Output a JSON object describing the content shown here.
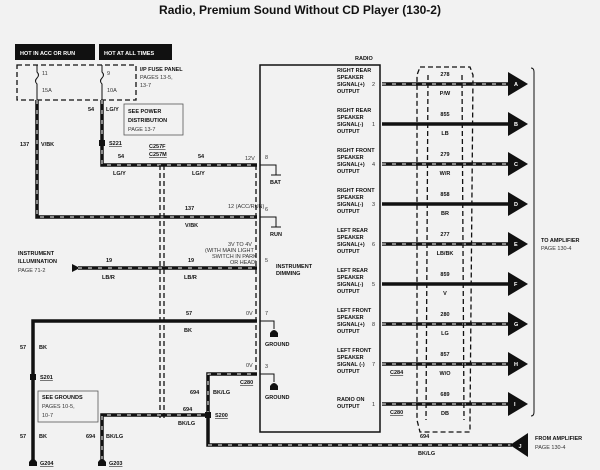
{
  "title": "Radio, Premium Sound Without CD Player (130-2)",
  "hot_labels": [
    "HOT IN ACC OR RUN",
    "HOT AT ALL TIMES"
  ],
  "fuse_panel": {
    "title": "I/P FUSE PANEL",
    "pages": "PAGES 13-5,",
    "pages2": "13-7",
    "fuses": [
      {
        "num": "11",
        "rating": "15A"
      },
      {
        "num": "9",
        "rating": "10A"
      }
    ]
  },
  "see_power": {
    "line1": "SEE  POWER",
    "line2": "DISTRIBUTION",
    "line3": "PAGE 13-7"
  },
  "see_grounds": {
    "line1": "SEE  GROUNDS",
    "line2": "PAGES 10-5,",
    "line3": "10-7"
  },
  "instrument_illumination": {
    "line1": "INSTRUMENT",
    "line2": "ILLUMINATION",
    "line3": "PAGE 71-2"
  },
  "connectors": {
    "s221": "S221",
    "c257f": "C257F",
    "c257m": "C257M",
    "s201": "S201",
    "s200": "S200",
    "c280": "C280",
    "c284": "C284",
    "g204": "G204",
    "g203": "G203"
  },
  "wires": {
    "w137": {
      "num": "137",
      "color": "V/BK"
    },
    "w54": {
      "num": "54",
      "color": "LG/Y"
    },
    "w19": {
      "num": "19",
      "color": "LB/R"
    },
    "w57": {
      "num": "57",
      "color": "BK"
    },
    "w694": {
      "num": "694",
      "color": "BK/LG"
    }
  },
  "cavity_notes": {
    "bat": "12V",
    "run": "12 (ACC/RUN)",
    "dim1": "3V TO 4V",
    "dim2": "(WITH MAIN LIGHT",
    "dim3": "SWITCH IN PARK",
    "dim4": "OR HEAD)",
    "gnd1": "0V",
    "gnd2": "0V"
  },
  "radio": {
    "label": "RADIO",
    "left_pins": [
      {
        "pin": "8",
        "label": "BAT"
      },
      {
        "pin": "6",
        "label": "RUN"
      },
      {
        "pin": "5",
        "label": "INSTRUMENT",
        "label2": "DIMMING"
      },
      {
        "pin": "7",
        "label": "GROUND"
      },
      {
        "pin": "3",
        "label": "GROUND"
      }
    ],
    "right_pins": [
      {
        "pin": "2",
        "desc": [
          "RIGHT REAR",
          "SPEAKER",
          "SIGNAL(+)",
          "OUTPUT"
        ],
        "num": "278",
        "color": "P/W",
        "letter": "A"
      },
      {
        "pin": "1",
        "desc": [
          "RIGHT REAR",
          "SPEAKER",
          "SIGNAL(-)",
          "OUTPUT"
        ],
        "num": "855",
        "color": "LB",
        "letter": "B"
      },
      {
        "pin": "4",
        "desc": [
          "RIGHT FRONT",
          "SPEAKER",
          "SIGNAL(+)",
          "OUTPUT"
        ],
        "num": "279",
        "color": "W/R",
        "letter": "C"
      },
      {
        "pin": "3",
        "desc": [
          "RIGHT FRONT",
          "SPEAKER",
          "SIGNAL(-)",
          "OUTPUT"
        ],
        "num": "858",
        "color": "BR",
        "letter": "D"
      },
      {
        "pin": "6",
        "desc": [
          "LEFT REAR",
          "SPEAKER",
          "SIGNAL(+)",
          "OUTPUT"
        ],
        "num": "277",
        "color": "LB/BK",
        "letter": "E"
      },
      {
        "pin": "5",
        "desc": [
          "LEFT REAR",
          "SPEAKER",
          "SIGNAL(-)",
          "OUTPUT"
        ],
        "num": "859",
        "color": "V",
        "letter": "F"
      },
      {
        "pin": "8",
        "desc": [
          "LEFT FRONT",
          "SPEAKER",
          "SIGNAL(+)",
          "OUTPUT"
        ],
        "num": "280",
        "color": "LG",
        "letter": "G"
      },
      {
        "pin": "7",
        "desc": [
          "LEFT FRONT",
          "SPEAKER",
          "SIGNAL (-)",
          "OUTPUT"
        ],
        "num": "857",
        "color": "W/O",
        "letter": "H"
      },
      {
        "pin": "1",
        "desc": [
          "RADIO ON",
          "OUTPUT"
        ],
        "num": "689",
        "color": "DB",
        "letter": "I"
      }
    ]
  },
  "to_amplifier": {
    "line1": "TO AMPLIFIER",
    "line2": "PAGE 130-4"
  },
  "from_amplifier": {
    "letter": "J",
    "line1": "FROM AMPLIFIER",
    "line2": "PAGE 130-4"
  }
}
